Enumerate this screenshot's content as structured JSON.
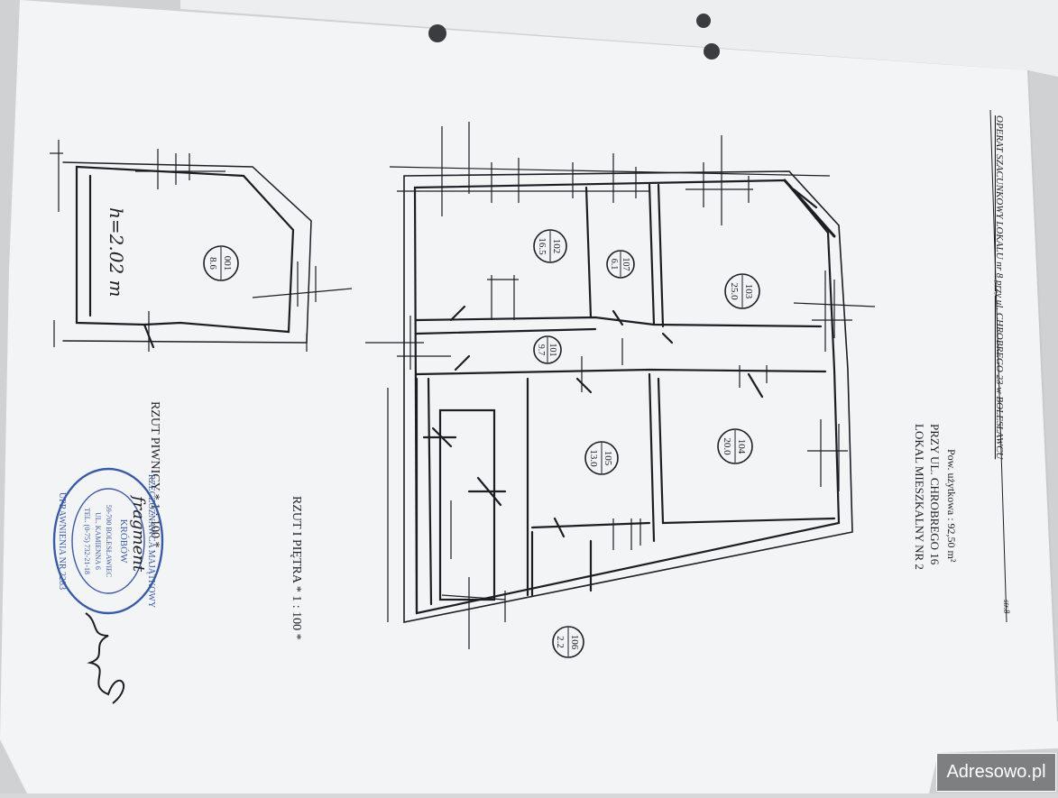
{
  "header": {
    "operat_line": "OPERAT SZACUNKOWY LOKALU nr 8 przy ul. CHROBREGO 23 w BOLESŁAWCU",
    "page_number": "str.8"
  },
  "unit_info": {
    "line1": "LOKAL MIESZKALNY NR 2",
    "line2": "PRZY UL. CHROBREGO 16",
    "line3": "Pow. użytkowa : 92,50 m²"
  },
  "titles": {
    "floor_plan": "RZUT I PIĘTRA * 1 : 100 *",
    "basement_plan": "RZUT PIWNICY * 1 : 100 *"
  },
  "rooms": [
    {
      "id": "101",
      "area": "9.7"
    },
    {
      "id": "102",
      "area": "16.5"
    },
    {
      "id": "103",
      "area": "25.0"
    },
    {
      "id": "104",
      "area": "20.0"
    },
    {
      "id": "105",
      "area": "13.0"
    },
    {
      "id": "106",
      "area": "2.2"
    },
    {
      "id": "107",
      "area": "6.1"
    }
  ],
  "basement": {
    "room_id": "001",
    "room_area": "8.6",
    "height": "h=2.02 m"
  },
  "stamp": {
    "top_arc": "RZECZOZNAWCA MAJĄTKOWY",
    "bottom_arc": "UPRAWNIENIA NR 2283",
    "inner1": "59-700 BOLESŁAWIEC",
    "inner2": "UL. KAMIENNA 6",
    "inner3": "TEL. (0-75) 732-21-18",
    "name": "KRÓBÓW",
    "handwriting": "fragment"
  },
  "watermark": "Adresowo.pl",
  "colors": {
    "ink": "#1d1d24",
    "stamp": "#3b5aa6",
    "paper": "#f3f4f6"
  }
}
